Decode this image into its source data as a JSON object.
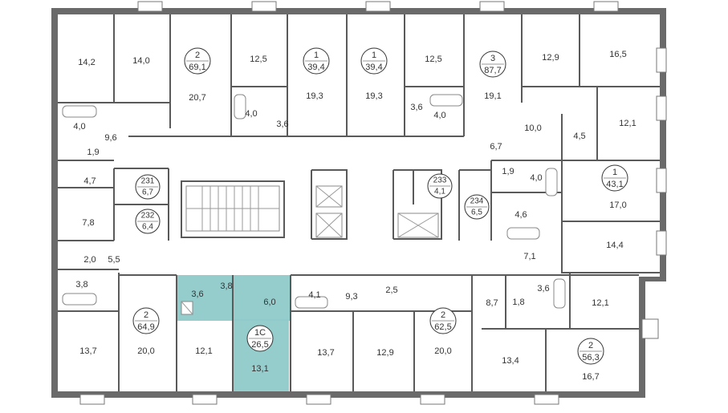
{
  "colors": {
    "highlight": "#8fc9c9",
    "wall": "#6a6a6a",
    "background": "#ffffff"
  },
  "rooms": [
    {
      "id": "r1",
      "label": "14,2"
    },
    {
      "id": "r2",
      "label": "14,0"
    },
    {
      "id": "r3",
      "label": "20,7"
    },
    {
      "id": "r4",
      "label": "12,5"
    },
    {
      "id": "r5",
      "label": "4,0"
    },
    {
      "id": "r6",
      "label": "3,6"
    },
    {
      "id": "r7",
      "label": "19,3"
    },
    {
      "id": "r8",
      "label": "19,3"
    },
    {
      "id": "r9",
      "label": "12,5"
    },
    {
      "id": "r10",
      "label": "3,6"
    },
    {
      "id": "r11",
      "label": "4,0"
    },
    {
      "id": "r12",
      "label": "19,1"
    },
    {
      "id": "r13",
      "label": "12,9"
    },
    {
      "id": "r14",
      "label": "16,5"
    },
    {
      "id": "r15",
      "label": "10,0"
    },
    {
      "id": "r16",
      "label": "4,5"
    },
    {
      "id": "r17",
      "label": "12,1"
    },
    {
      "id": "r18",
      "label": "4,0"
    },
    {
      "id": "r19",
      "label": "9,6"
    },
    {
      "id": "r20",
      "label": "1,9"
    },
    {
      "id": "r21",
      "label": "4,7"
    },
    {
      "id": "r22",
      "label": "7,8"
    },
    {
      "id": "r23",
      "label": "6,7"
    },
    {
      "id": "r24",
      "label": "1,9"
    },
    {
      "id": "r25",
      "label": "4,0"
    },
    {
      "id": "r26",
      "label": "17,0"
    },
    {
      "id": "r27",
      "label": "4,6"
    },
    {
      "id": "r28",
      "label": "14,4"
    },
    {
      "id": "r29",
      "label": "2,0"
    },
    {
      "id": "r30",
      "label": "5,5"
    },
    {
      "id": "r31",
      "label": "7,1"
    },
    {
      "id": "r32",
      "label": "3,8"
    },
    {
      "id": "r33",
      "label": "3,8"
    },
    {
      "id": "r34",
      "label": "3,6"
    },
    {
      "id": "r35",
      "label": "6,0"
    },
    {
      "id": "r36",
      "label": "4,1"
    },
    {
      "id": "r37",
      "label": "9,3"
    },
    {
      "id": "r38",
      "label": "2,5"
    },
    {
      "id": "r39",
      "label": "8,7"
    },
    {
      "id": "r40",
      "label": "1,8"
    },
    {
      "id": "r41",
      "label": "3,6"
    },
    {
      "id": "r42",
      "label": "12,1"
    },
    {
      "id": "r43",
      "label": "13,7"
    },
    {
      "id": "r44",
      "label": "20,0"
    },
    {
      "id": "r45",
      "label": "12,1"
    },
    {
      "id": "r46",
      "label": "13,1"
    },
    {
      "id": "r47",
      "label": "13,7"
    },
    {
      "id": "r48",
      "label": "12,9"
    },
    {
      "id": "r49",
      "label": "20,0"
    },
    {
      "id": "r50",
      "label": "13,4"
    },
    {
      "id": "r51",
      "label": "16,7"
    }
  ],
  "apartments": [
    {
      "id": "a1",
      "rooms": "2",
      "area": "69,1"
    },
    {
      "id": "a2",
      "rooms": "1",
      "area": "39,4"
    },
    {
      "id": "a3",
      "rooms": "1",
      "area": "39,4"
    },
    {
      "id": "a4",
      "rooms": "3",
      "area": "87,7"
    },
    {
      "id": "a5",
      "rooms": "1",
      "area": "43,1"
    },
    {
      "id": "a6",
      "rooms": "2",
      "area": "64,9"
    },
    {
      "id": "a7",
      "rooms": "1С",
      "area": "26,5"
    },
    {
      "id": "a8",
      "rooms": "2",
      "area": "62,5"
    },
    {
      "id": "a9",
      "rooms": "2",
      "area": "56,3"
    }
  ],
  "storage": [
    {
      "id": "s1",
      "number": "231",
      "area": "6,7"
    },
    {
      "id": "s2",
      "number": "232",
      "area": "6,4"
    },
    {
      "id": "s3",
      "number": "233",
      "area": "4,1"
    },
    {
      "id": "s4",
      "number": "234",
      "area": "6,5"
    }
  ]
}
